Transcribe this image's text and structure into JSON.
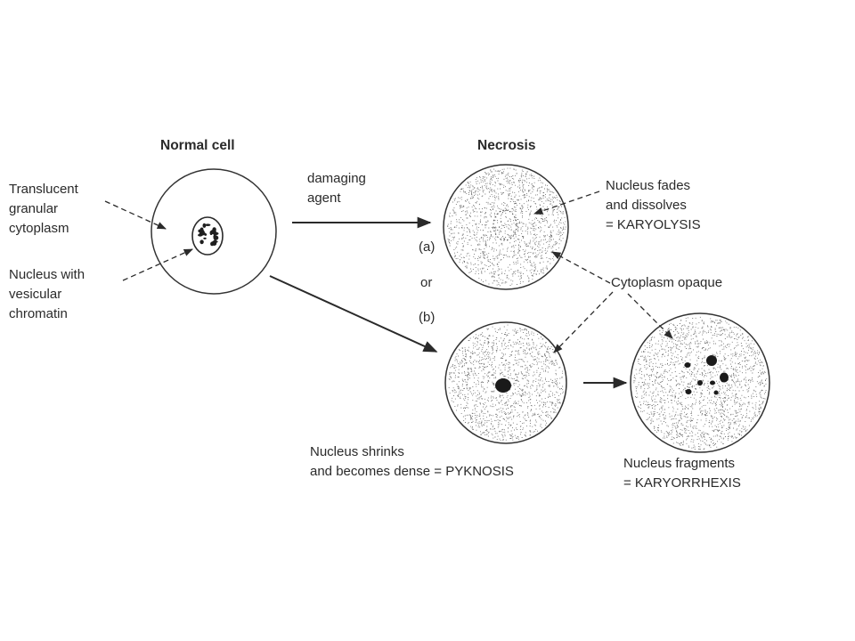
{
  "titles": {
    "normal_cell": "Normal cell",
    "necrosis": "Necrosis"
  },
  "labels": {
    "translucent": [
      "Translucent",
      "granular",
      "cytoplasm"
    ],
    "nucleus_vesicular": [
      "Nucleus with",
      "vesicular",
      "chromatin"
    ],
    "damaging_agent": [
      "damaging",
      "agent"
    ],
    "path_a": "(a)",
    "or": "or",
    "path_b": "(b)",
    "karyolysis": [
      "Nucleus fades",
      "and dissolves",
      "= KARYOLYSIS"
    ],
    "cytoplasm_opaque": "Cytoplasm opaque",
    "pyknosis": [
      "Nucleus shrinks",
      "and becomes dense = PYKNOSIS"
    ],
    "karyorrhexis": [
      "Nucleus fragments",
      "= KARYORRHEXIS"
    ]
  },
  "colors": {
    "ink": "#2a2a2a",
    "stipple": "#3a3a3a",
    "background": "#ffffff"
  }
}
